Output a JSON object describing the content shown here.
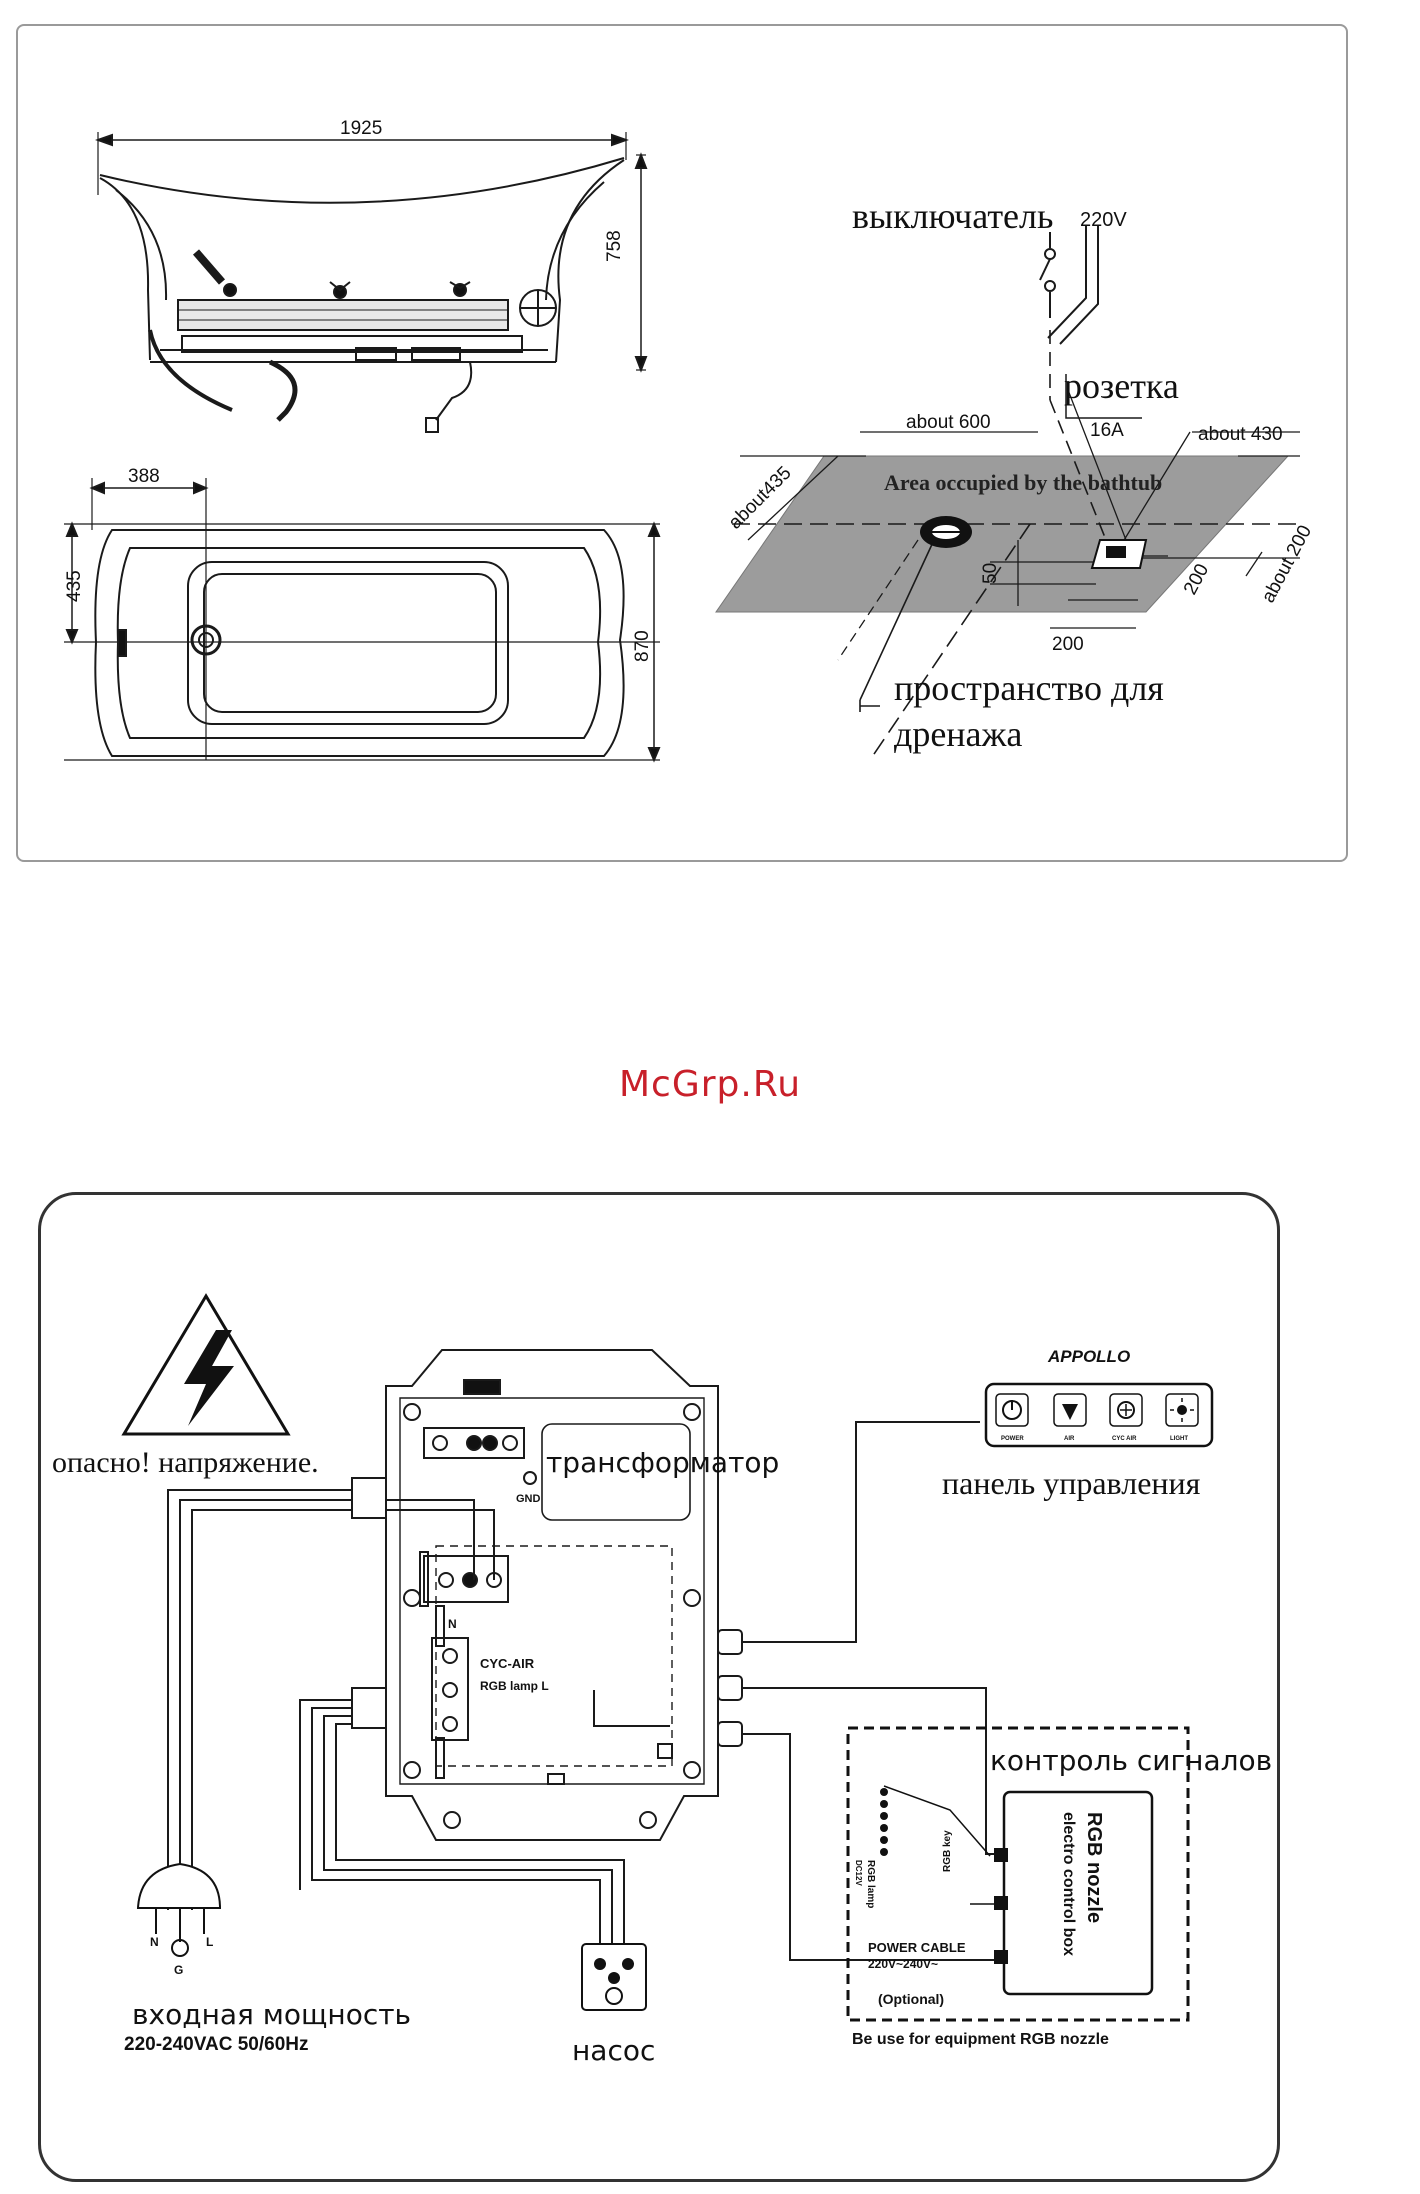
{
  "watermark": "McGrp.Ru",
  "top_diagram": {
    "side_view": {
      "length": "1925",
      "height": "758"
    },
    "top_view": {
      "drain_offset": "388",
      "half_width": "435",
      "width": "870"
    },
    "install": {
      "switch_label": "выключатель",
      "voltage": "220V",
      "socket_label": "розетка",
      "socket_rating": "16A",
      "about_600": "about 600",
      "about_430": "about 430",
      "about_435": "about435",
      "about_200": "about 200",
      "area_label": "Area occupied by the bathtub",
      "dim_50": "50",
      "dim_200_a": "200",
      "dim_200_b": "200",
      "drain_label_line1": "пространство для",
      "drain_label_line2": "дренажа"
    }
  },
  "bottom_diagram": {
    "danger_label": "опасно! напряжение.",
    "transformer_label": "трансформатор",
    "control_panel": {
      "brand": "APPOLLO",
      "label": "панель управления",
      "buttons": [
        "POWER",
        "AIR",
        "CYC AIR",
        "LIGHT"
      ]
    },
    "terminal_labels": {
      "gnd": "GND",
      "n": "N",
      "cyc_air": "CYC-AIR",
      "rgb_lamp": "RGB lamp L"
    },
    "signal_box": {
      "label": "контроль сигналов",
      "title_line1": "RGB nozzle",
      "title_line2": "electro control box",
      "rgb_lamp": "RGB lamp",
      "rgb_lamp_sub": "DC12V",
      "rgb_key": "RGB key",
      "power_cable": "POWER CABLE",
      "power_voltage": "220V~240V~",
      "optional": "(Optional)",
      "caption": "Be use for equipment RGB nozzle"
    },
    "input": {
      "plug_n": "N",
      "plug_l": "L",
      "plug_g": "G",
      "label": "входная мощность",
      "spec": "220-240VAC 50/60Hz"
    },
    "pump_label": "насос"
  }
}
